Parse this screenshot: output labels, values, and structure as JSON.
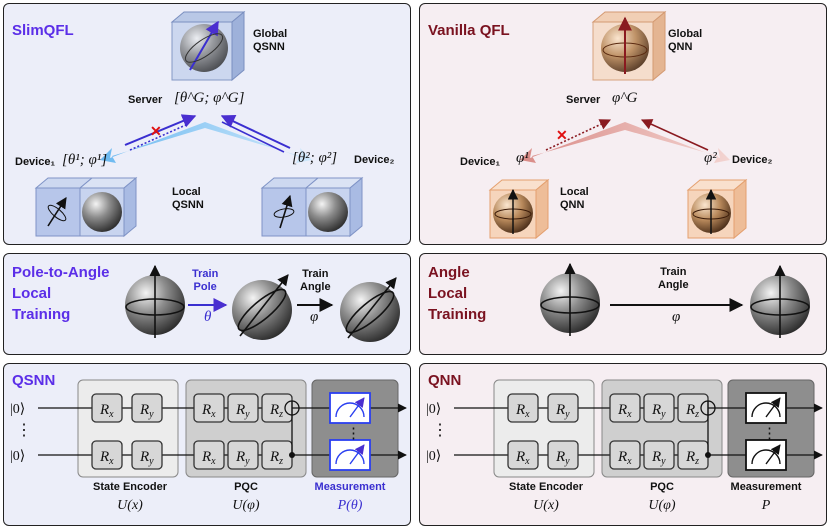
{
  "left": {
    "top_title": "SlimQFL",
    "global_label": "Global\nQSNN",
    "server_label": "Server",
    "server_math": "[θ^G; φ^G]",
    "device1_label": "Device₁",
    "device1_math": "[θ¹; φ¹]",
    "device2_label": "Device₂",
    "device2_math": "[θ²; φ²]",
    "local_label": "Local\nQSNN",
    "mid_title": "Pole-to-Angle\nLocal\nTraining",
    "train_pole": "Train\nPole",
    "theta": "θ",
    "train_angle": "Train\nAngle",
    "phi": "φ",
    "bottom_title": "QSNN",
    "state_encoder": "State Encoder",
    "state_encoder_math": "U(x)",
    "pqc": "PQC",
    "pqc_math": "U(φ)",
    "measurement": "Measurement",
    "measurement_math": "P(θ)"
  },
  "right": {
    "top_title": "Vanilla QFL",
    "global_label": "Global\nQNN",
    "server_label": "Server",
    "server_math": "φ^G",
    "device1_label": "Device₁",
    "device1_math": "φ¹",
    "device2_label": "Device₂",
    "device2_math": "φ²",
    "local_label": "Local\nQNN",
    "mid_title": "Angle\nLocal\nTraining",
    "train_angle": "Train\nAngle",
    "phi": "φ",
    "bottom_title": "QNN",
    "state_encoder": "State Encoder",
    "state_encoder_math": "U(x)",
    "pqc": "PQC",
    "pqc_math": "U(φ)",
    "measurement": "Measurement",
    "measurement_math": "P"
  },
  "circuit": {
    "ket0": "|0⟩",
    "dots": "⋮",
    "rx": "Rx",
    "ry": "Ry",
    "rz": "Rz"
  },
  "colors": {
    "blue": "#5b2ee8",
    "red": "#7a1220",
    "left_bg": "#eceef9",
    "right_bg": "#f6eef2"
  }
}
